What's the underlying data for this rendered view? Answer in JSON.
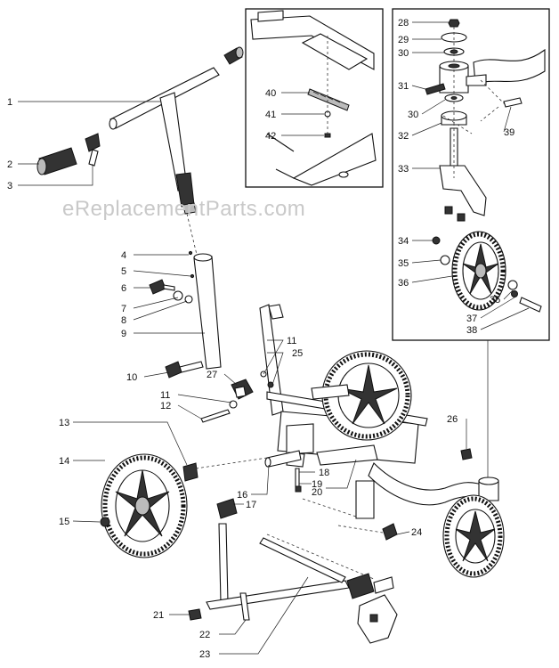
{
  "watermark": "eReplacementParts.com",
  "callouts": [
    {
      "id": "c1",
      "text": "1"
    },
    {
      "id": "c2",
      "text": "2"
    },
    {
      "id": "c3",
      "text": "3"
    },
    {
      "id": "c4",
      "text": "4"
    },
    {
      "id": "c5",
      "text": "5"
    },
    {
      "id": "c6",
      "text": "6"
    },
    {
      "id": "c7",
      "text": "7"
    },
    {
      "id": "c8",
      "text": "8"
    },
    {
      "id": "c9",
      "text": "9"
    },
    {
      "id": "c10",
      "text": "10"
    },
    {
      "id": "c11a",
      "text": "11"
    },
    {
      "id": "c11b",
      "text": "11"
    },
    {
      "id": "c12",
      "text": "12"
    },
    {
      "id": "c13",
      "text": "13"
    },
    {
      "id": "c14",
      "text": "14"
    },
    {
      "id": "c15",
      "text": "15"
    },
    {
      "id": "c16",
      "text": "16"
    },
    {
      "id": "c17",
      "text": "17"
    },
    {
      "id": "c18",
      "text": "18"
    },
    {
      "id": "c19",
      "text": "19"
    },
    {
      "id": "c20",
      "text": "20"
    },
    {
      "id": "c21",
      "text": "21"
    },
    {
      "id": "c22",
      "text": "22"
    },
    {
      "id": "c23",
      "text": "23"
    },
    {
      "id": "c24",
      "text": "24"
    },
    {
      "id": "c25",
      "text": "25"
    },
    {
      "id": "c26",
      "text": "26"
    },
    {
      "id": "c27",
      "text": "27"
    },
    {
      "id": "c28",
      "text": "28"
    },
    {
      "id": "c29",
      "text": "29"
    },
    {
      "id": "c30a",
      "text": "30"
    },
    {
      "id": "c30b",
      "text": "30"
    },
    {
      "id": "c31",
      "text": "31"
    },
    {
      "id": "c32",
      "text": "32"
    },
    {
      "id": "c33",
      "text": "33"
    },
    {
      "id": "c34",
      "text": "34"
    },
    {
      "id": "c35a",
      "text": "35"
    },
    {
      "id": "c35b",
      "text": "35"
    },
    {
      "id": "c36",
      "text": "36"
    },
    {
      "id": "c37",
      "text": "37"
    },
    {
      "id": "c38",
      "text": "38"
    },
    {
      "id": "c39",
      "text": "39"
    },
    {
      "id": "c40",
      "text": "40"
    },
    {
      "id": "c41",
      "text": "41"
    },
    {
      "id": "c42",
      "text": "42"
    }
  ]
}
